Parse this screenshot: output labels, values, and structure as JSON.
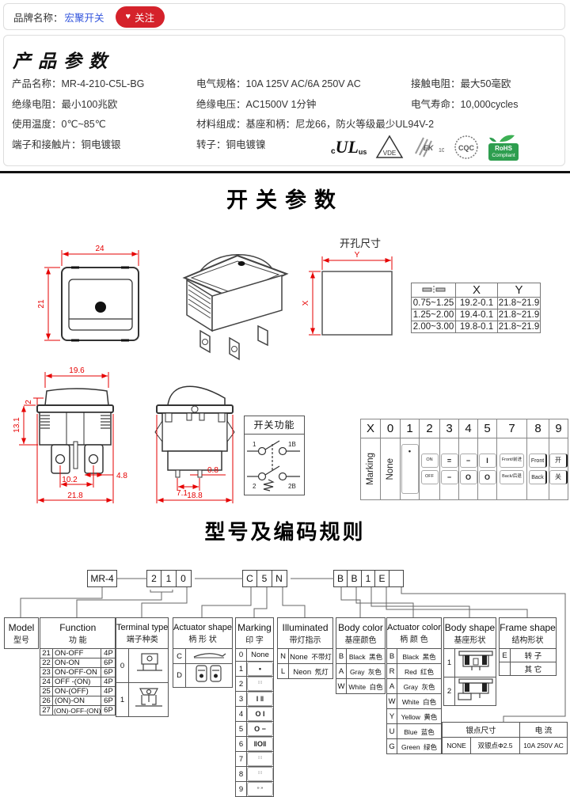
{
  "topbar": {
    "brand_label": "品牌名称：",
    "brand_name": "宏聚开关",
    "heart": "♥",
    "follow": "关注"
  },
  "params": {
    "title": "产品参数",
    "items": [
      "产品名称：MR-4-210-C5L-BG",
      "电气规格：10A 125V AC/6A 250V AC",
      "接触电阻：最大50毫欧",
      "绝缘电阻：最小100兆欧",
      "绝缘电压：AC1500V 1分钟",
      "电气寿命：10,000cycles",
      "使用温度：0℃~85℃",
      "材料组成：基座和柄：尼龙66，防火等级最少UL94V-2",
      "端子和接触片：铜电镀银",
      "转子：铜电镀镍"
    ],
    "certs": {
      "ul_c": "c",
      "ul": "UL",
      "ul_us": "us",
      "vde": "VDE",
      "ek": "EK",
      "ek10": "10",
      "cqc": "CQC",
      "rohs": "RoHS",
      "rohs_sub": "Compliant"
    }
  },
  "sw": {
    "title": "开关参数",
    "dims1": {
      "w": "24",
      "h": "21"
    },
    "hole": {
      "title": "开孔尺寸",
      "x": "X",
      "y": "Y"
    },
    "hole_table": {
      "hx": "X",
      "hy": "Y",
      "rows": [
        [
          "0.75~1.25",
          "19.2-0.1",
          "21.8~21.9"
        ],
        [
          "1.25~2.00",
          "19.4-0.1",
          "21.8~21.9"
        ],
        [
          "2.00~3.00",
          "19.8-0.1",
          "21.8~21.9"
        ]
      ]
    },
    "dims2": {
      "a": "19.6",
      "b": "2",
      "c": "13.1",
      "d": "4.8",
      "e": "10.2",
      "f": "21.8"
    },
    "dims3": {
      "a": "0.8",
      "b": "7.1",
      "c": "18.8"
    },
    "func": {
      "title": "开关功能",
      "t1": "1",
      "t1b": "1B",
      "t2": "2",
      "t2b": "2B"
    },
    "mark": {
      "headers": [
        "X",
        "0",
        "1",
        "2",
        "3",
        "4",
        "5",
        "7",
        "8",
        "9"
      ],
      "rot": [
        "Marking",
        "None"
      ],
      "cells": [
        {
          "top": "•",
          "bot": ""
        },
        {
          "top": "ON",
          "bot": "OFF"
        },
        {
          "top": "=",
          "bot": "−"
        },
        {
          "top": "−",
          "bot": "O"
        },
        {
          "top": "I",
          "bot": "O"
        },
        {
          "top": "Front/前进",
          "bot": "Back/后退"
        },
        {
          "top": "Front",
          "bot": "Back"
        },
        {
          "top": "开",
          "bot": "关"
        }
      ]
    }
  },
  "code": {
    "title": "型号及编码规则",
    "model": "MR-4",
    "g1": [
      "2",
      "1",
      "0"
    ],
    "g2": [
      "C",
      "5",
      "N"
    ],
    "g3": [
      "B",
      "B",
      "1",
      "E",
      ""
    ]
  },
  "tables": {
    "model": {
      "en": "Model",
      "cn": "型号"
    },
    "function": {
      "en": "Function",
      "cn": "功  能",
      "rows": [
        [
          "21",
          "ON-OFF",
          "4P"
        ],
        [
          "22",
          "ON-ON",
          "6P"
        ],
        [
          "23",
          "ON-OFF-ON",
          "6P"
        ],
        [
          "24",
          "OFF -(ON)",
          "4P"
        ],
        [
          "25",
          "ON-(OFF)",
          "4P"
        ],
        [
          "26",
          "(ON)-ON",
          "6P"
        ],
        [
          "27",
          "(ON)-OFF-(ON)",
          "6P"
        ]
      ]
    },
    "terminal": {
      "en": "Terminal type",
      "cn": "端子种类",
      "rows": [
        "0",
        "1"
      ]
    },
    "actshape": {
      "en": "Actuator shape",
      "cn": "柄 形 状",
      "rows": [
        "C",
        "D"
      ]
    },
    "marking": {
      "en": "Marking",
      "cn": "印  字",
      "rows": [
        [
          "0",
          "None"
        ],
        [
          "1",
          "•"
        ],
        [
          "2",
          "⁞ ⁞"
        ],
        [
          "3",
          "I ‖"
        ],
        [
          "4",
          "O I"
        ],
        [
          "5",
          "O −"
        ],
        [
          "6",
          "‖O‖"
        ],
        [
          "7",
          "⁞ ⁞"
        ],
        [
          "8",
          "⁞ ⁞"
        ],
        [
          "9",
          "» »"
        ]
      ]
    },
    "illum": {
      "en": "Illuminated",
      "cn": "带灯指示",
      "rows": [
        [
          "N",
          "None",
          "不带灯"
        ],
        [
          "L",
          "Neon",
          "氖灯"
        ]
      ]
    },
    "bodycolor": {
      "en": "Body color",
      "cn": "基座颜色",
      "rows": [
        [
          "B",
          "Black",
          "黑色"
        ],
        [
          "A",
          "Gray",
          "灰色"
        ],
        [
          "W",
          "White",
          "白色"
        ]
      ]
    },
    "actcolor": {
      "en": "Actuator color",
      "cn": "柄 颜 色",
      "rows": [
        [
          "B",
          "Black",
          "黑色"
        ],
        [
          "R",
          "Red",
          "红色"
        ],
        [
          "A",
          "Gray",
          "灰色"
        ],
        [
          "W",
          "White",
          "白色"
        ],
        [
          "Y",
          "Yellow",
          "黄色"
        ],
        [
          "U",
          "Blue",
          "蓝色"
        ],
        [
          "G",
          "Green",
          "绿色"
        ]
      ]
    },
    "bodyshape": {
      "en": "Body shape",
      "cn": "基座形状",
      "rows": [
        "1",
        "2"
      ]
    },
    "frameshape": {
      "en": "Frame shape",
      "cn": "结构形状",
      "rows": [
        [
          "E",
          "转 子"
        ],
        [
          "",
          "其 它"
        ]
      ]
    },
    "silver": {
      "h1": "银点尺寸",
      "h2": "电 流",
      "row": [
        "NONE",
        "双银点Φ2.5",
        "10A 250V AC"
      ]
    }
  }
}
